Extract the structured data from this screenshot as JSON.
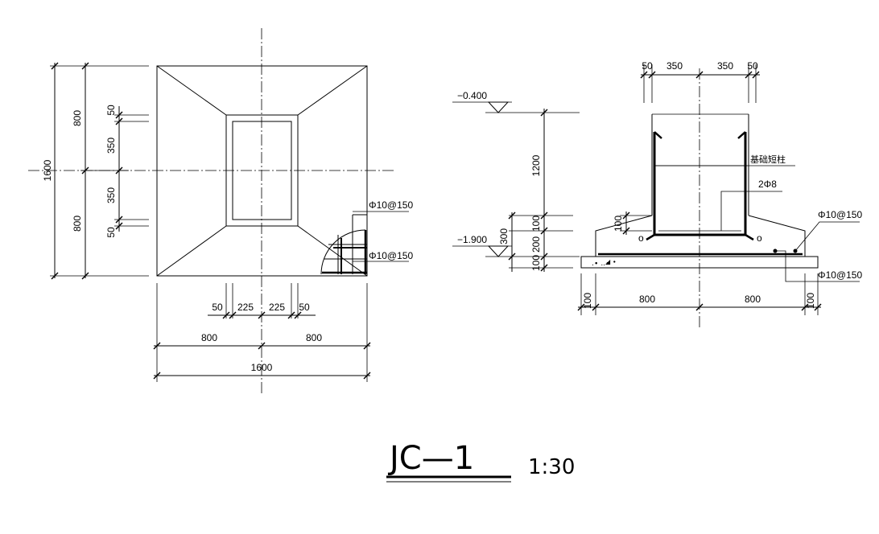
{
  "drawing": {
    "title": "JC—1",
    "scale": "1:30"
  },
  "plan": {
    "left_dims": [
      "800",
      "800"
    ],
    "left_total": "1600",
    "inner_dims": [
      "50",
      "350",
      "350",
      "50"
    ],
    "bottom_small": [
      "50",
      "225",
      "225",
      "50"
    ],
    "bottom_mid": [
      "800",
      "800"
    ],
    "bottom_total": "1600",
    "rebar_top": "Φ10@150",
    "rebar_bottom": "Φ10@150"
  },
  "section": {
    "top_dims": [
      "50",
      "350",
      "350",
      "50"
    ],
    "elev_top": "−0.400",
    "elev_bottom": "−1.900",
    "dim_1200": "1200",
    "dim_100a": "100",
    "dim_200": "200",
    "dim_100b": "100",
    "dim_300": "300",
    "dim_100_haunch": "100",
    "column_label": "基础短柱",
    "column_rebar": "2Φ8",
    "rebar_top": "Φ10@150",
    "rebar_bottom": "Φ10@150",
    "bottom_dims": [
      "100",
      "800",
      "800",
      "100"
    ]
  }
}
